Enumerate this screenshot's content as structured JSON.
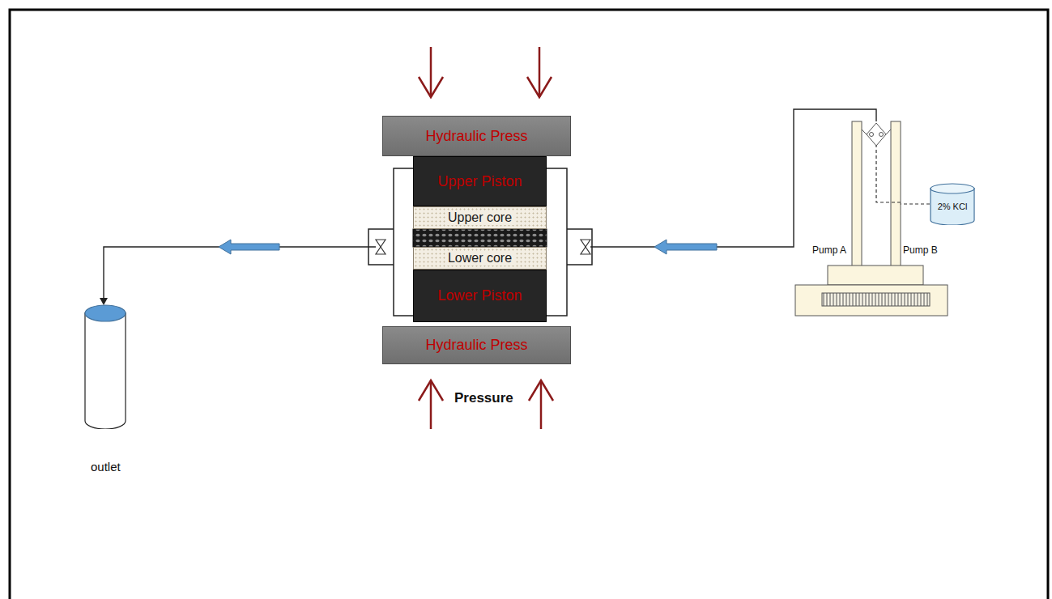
{
  "diagram": {
    "nodes": [
      {
        "text": [
          "Hydraulic Press"
        ]
      },
      {
        "text": [
          "Upper Piston"
        ]
      },
      {
        "text": [
          "Upper core"
        ]
      },
      {
        "text": [
          "Lower core"
        ]
      },
      {
        "text": [
          "Lower Piston"
        ]
      },
      {
        "text": [
          "Hydraulic Press"
        ]
      },
      {
        "text": [
          "Pump A",
          "Pump B"
        ]
      },
      {
        "text": [
          "2% KCl"
        ]
      },
      {
        "text": [
          "outlet"
        ]
      }
    ],
    "edges": [
      {
        "from": 7,
        "to": 6,
        "arrow": "none"
      }
    ],
    "labels": [
      "Pressure"
    ]
  }
}
